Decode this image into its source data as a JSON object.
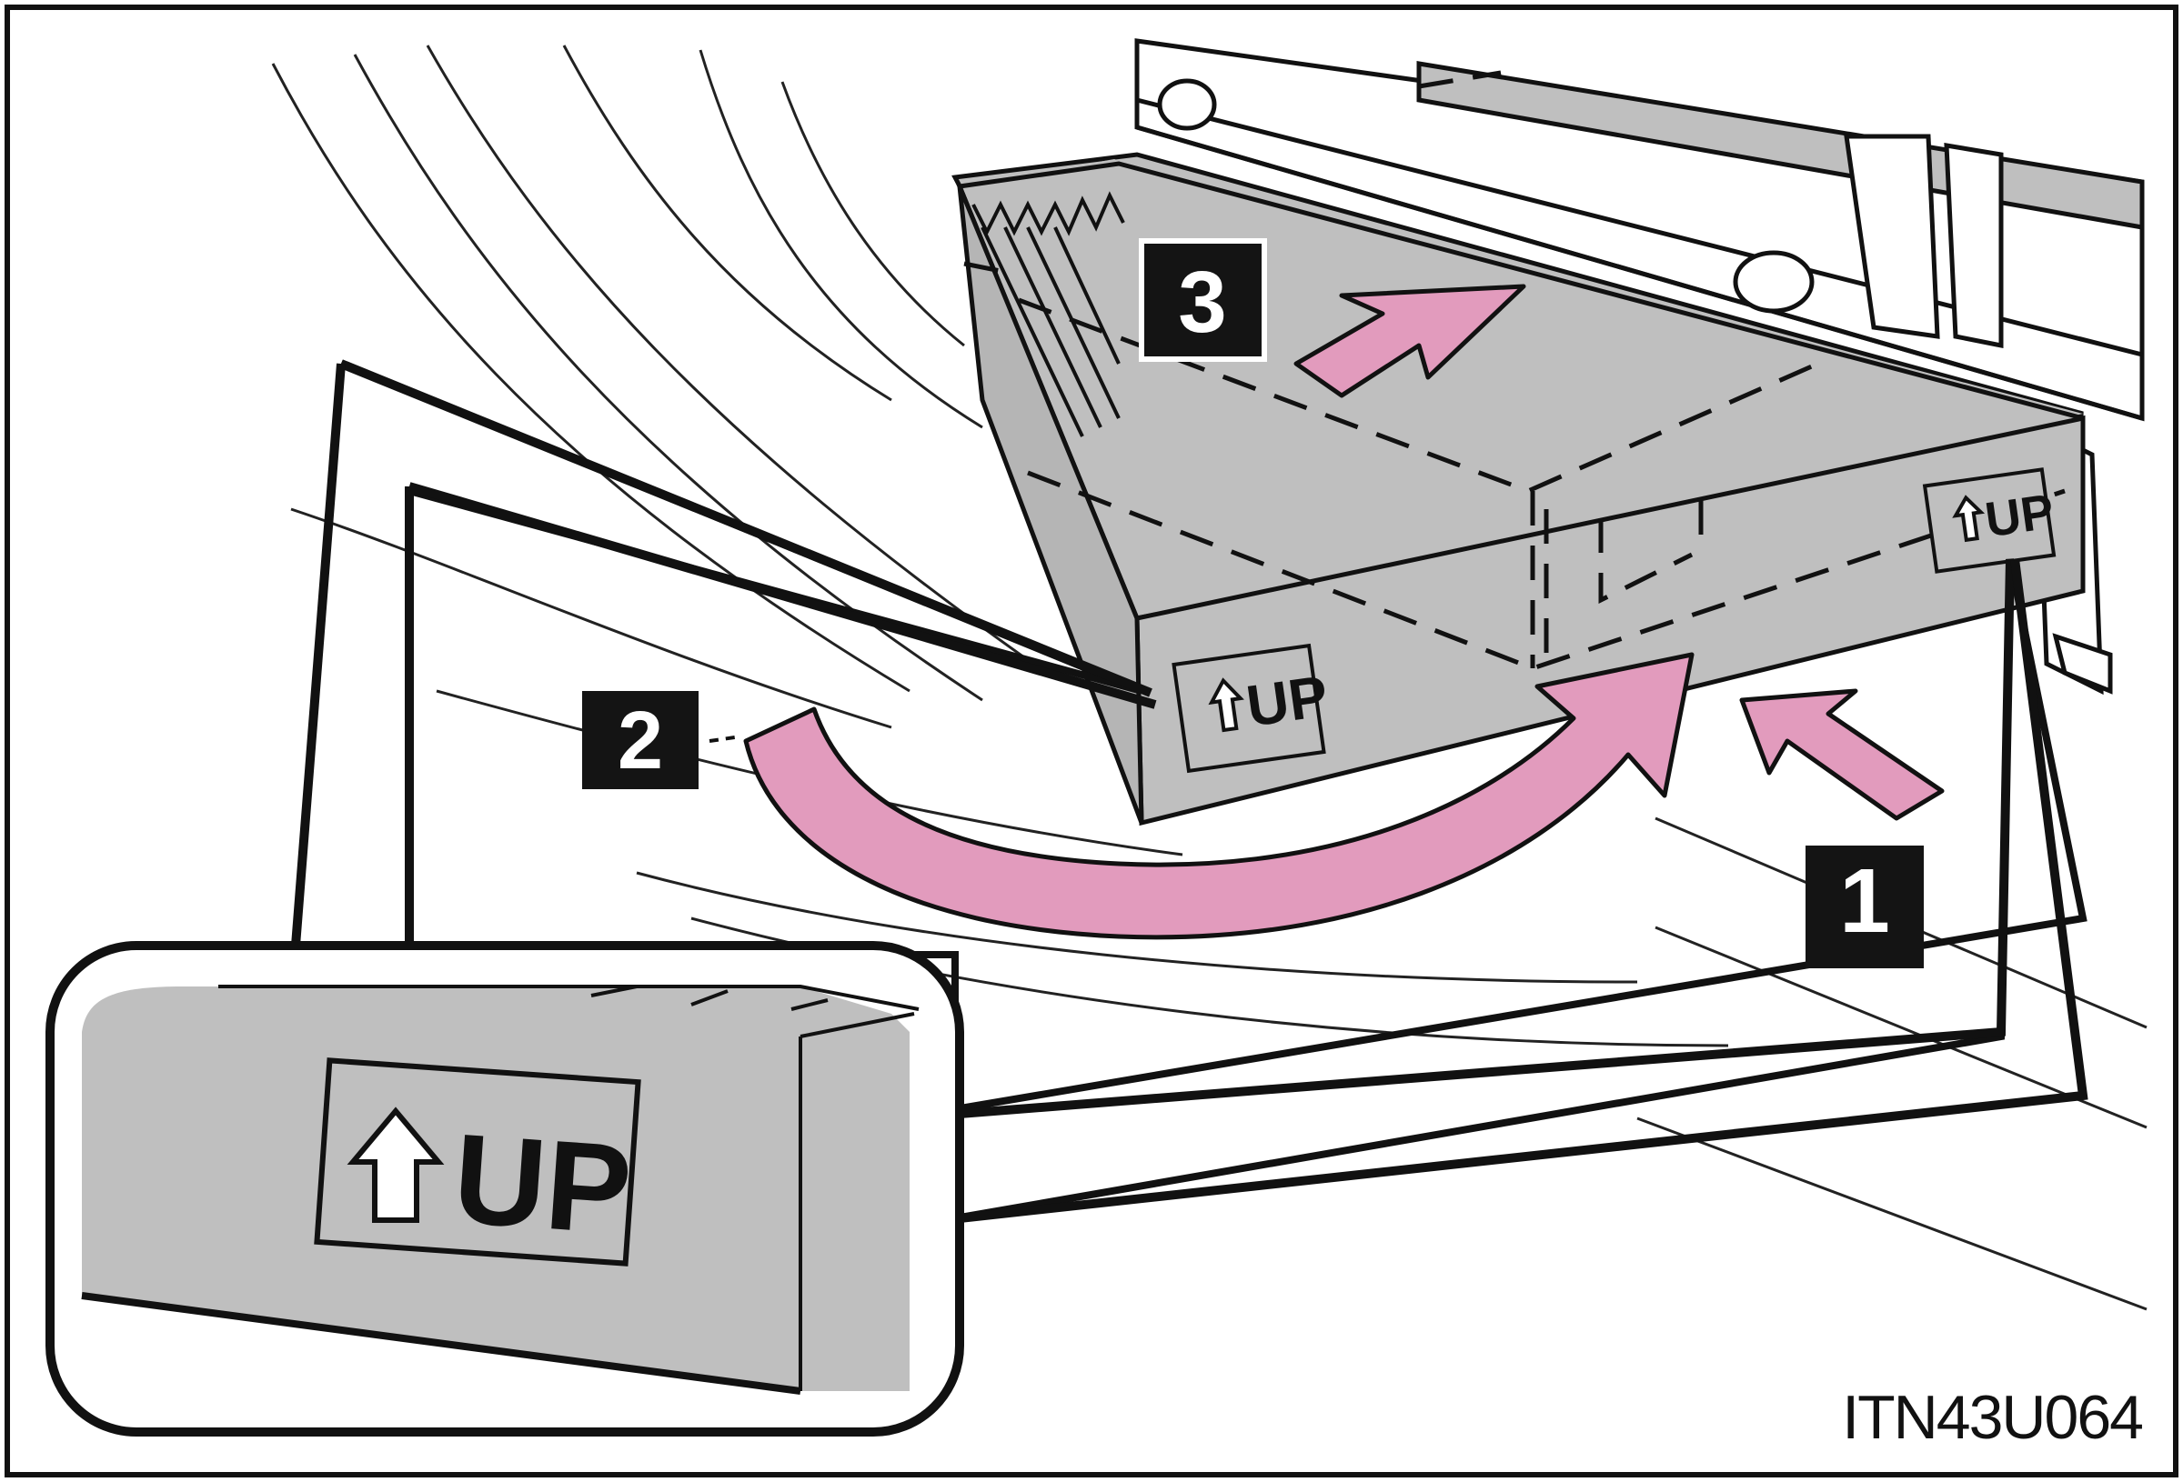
{
  "figure": {
    "steps": [
      {
        "number": "1"
      },
      {
        "number": "2"
      },
      {
        "number": "3"
      }
    ],
    "up_label": "UP",
    "reference_code": "ITN43U064",
    "colors": {
      "box_fill": "#bfbfbf",
      "box_dark": "#a9a9a9",
      "arrow_fill": "#e29bbd",
      "line": "#111111",
      "badge_fill": "#141414",
      "badge_text": "#ffffff"
    }
  }
}
